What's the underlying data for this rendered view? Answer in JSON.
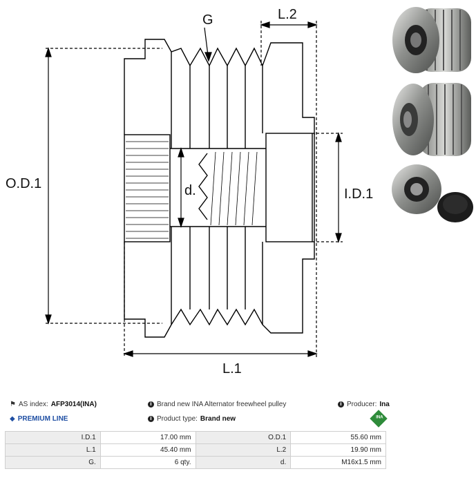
{
  "diagram": {
    "labels": {
      "g": "G",
      "l2": "L.2",
      "od1": "O.D.1",
      "d": "d.",
      "id1": "I.D.1",
      "l1": "L.1"
    }
  },
  "info": {
    "as_index_label": "AS index:",
    "as_index_value": "AFP3014(INA)",
    "description": "Brand new INA Alternator freewheel pulley",
    "producer_label": "Producer:",
    "producer_value": "Ina",
    "premium_line": "PREMIUM LINE",
    "product_type_label": "Product type:",
    "product_type_value": "Brand new",
    "brand_logo_text": "INA"
  },
  "specs": [
    {
      "label1": "I.D.1",
      "value1": "17.00 mm",
      "label2": "O.D.1",
      "value2": "55.60 mm"
    },
    {
      "label1": "L.1",
      "value1": "45.40 mm",
      "label2": "L.2",
      "value2": "19.90 mm"
    },
    {
      "label1": "G.",
      "value1": "6 qty.",
      "label2": "d.",
      "value2": "M16x1.5 mm"
    }
  ],
  "colors": {
    "premium": "#1f4fa3",
    "ina_logo": "#2e8b3a"
  }
}
